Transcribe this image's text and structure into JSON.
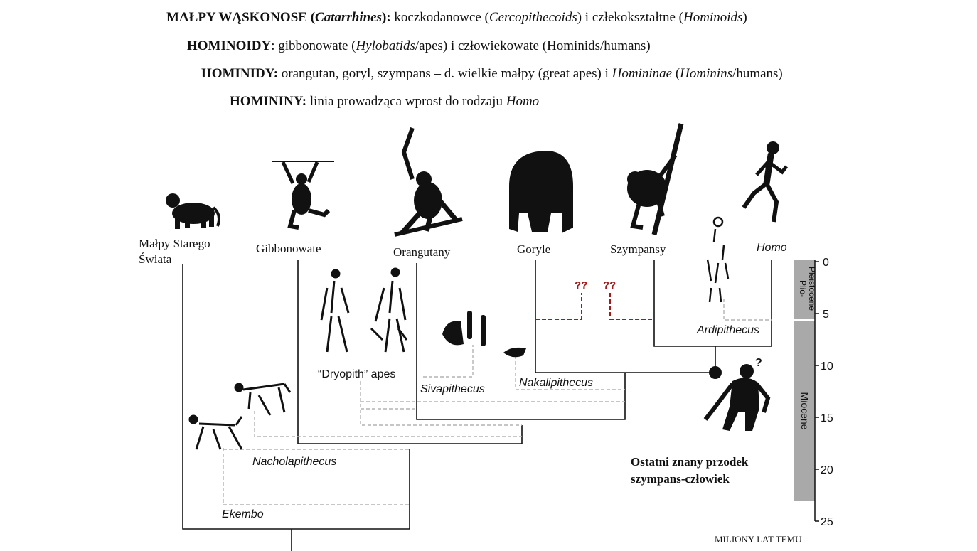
{
  "header": {
    "line1": {
      "bold": "MAŁPY WĄSKONOSE (",
      "bold_italic": "Catarrhines",
      "bold_end": "):",
      "t1": " koczkodanowce (",
      "i1": "Cercopithecoids",
      "t2": ") i człekokształtne (",
      "i2": "Hominoids",
      "t3": ")"
    },
    "line2": {
      "bold": "HOMINOIDY",
      "t1": ": gibbonowate (",
      "i1": "Hylobatids",
      "t2": "/apes) i człowiekowate (Hominids/humans)"
    },
    "line3": {
      "bold": "HOMINIDY:",
      "t1": " orangutan, goryl, szympans – d. wielkie małpy (great apes) i ",
      "i1": "Homininae",
      "t2": " (",
      "i2": "Hominins",
      "t3": "/humans)"
    },
    "line4": {
      "bold": "HOMININY:",
      "t1": " linia prowadząca wprost do rodzaju ",
      "i1": "Homo"
    }
  },
  "taxa": {
    "old_world_1": "Małpy Starego",
    "old_world_2": "Świata",
    "gibbons": "Gibbonowate",
    "orangutans": "Orangutany",
    "gorillas": "Goryle",
    "chimps": "Szympansy",
    "homo": "Homo"
  },
  "fossils": {
    "ardipithecus": "Ardipithecus",
    "dryopith": "“Dryopith” apes",
    "sivapithecus": "Sivapithecus",
    "nakalipithecus": "Nakalipithecus",
    "nacholapithecus": "Nacholapithecus",
    "ekembo": "Ekembo",
    "unknown_mark": "?"
  },
  "question_marks": [
    "??",
    "??"
  ],
  "ancestor": {
    "line1": "Ostatni znany przodek",
    "line2": "szympans-człowiek"
  },
  "time_axis": {
    "ticks": [
      "0",
      "5",
      "10",
      "15",
      "20",
      "25"
    ],
    "epoch_1a": "Plio-",
    "epoch_1b": "Pleistocene",
    "epoch_2": "Miocene",
    "label": "MILIONY LAT TEMU"
  },
  "colors": {
    "line": "#111111",
    "dashed": "#b4b4b4",
    "red_dashed": "#9e1b1b",
    "epoch_bar": "#a9a9a9"
  }
}
